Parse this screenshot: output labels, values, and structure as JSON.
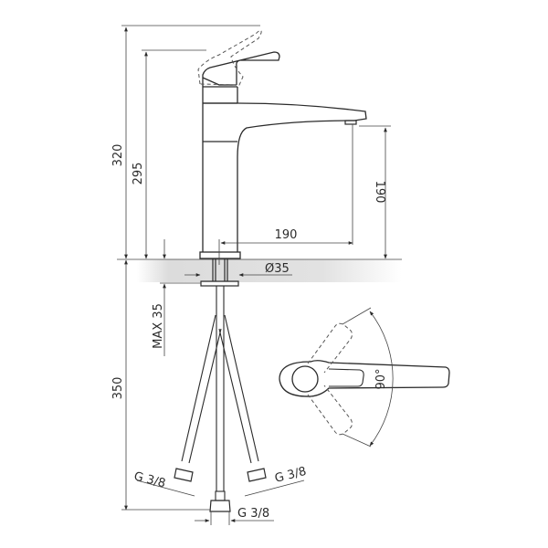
{
  "drawing": {
    "title": "Single-lever basin mixer technical drawing",
    "colors": {
      "line": "#2b2b2b",
      "counter": "#d9d9d9",
      "background": "#ffffff"
    },
    "dimensions": {
      "total_height": "320",
      "lever_height": "295",
      "spout_height": "190",
      "spout_reach": "190",
      "hole_diameter": "Ø35",
      "max_counter_thickness": "MAX 35",
      "hose_length": "350",
      "hose_left_thread": "G 3/8",
      "hose_right_thread": "G 3/8",
      "hose_center_thread": "G 3/8",
      "lever_rotation": "90°"
    }
  }
}
